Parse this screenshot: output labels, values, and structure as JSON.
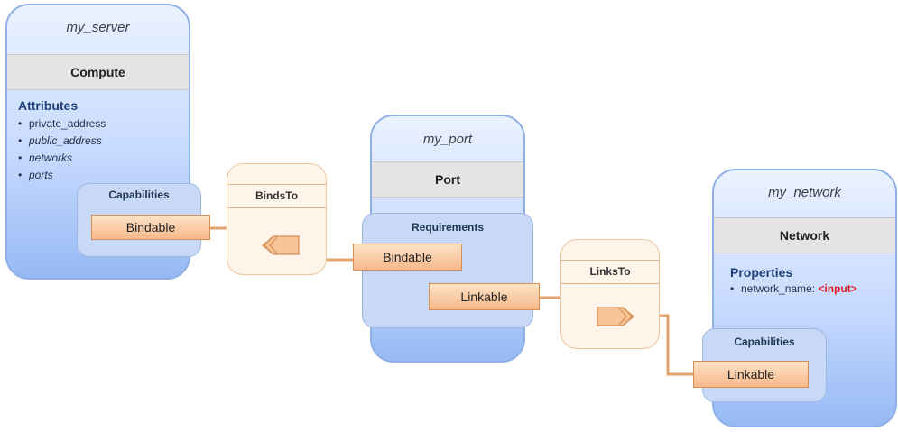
{
  "nodes": {
    "server": {
      "name": "my_server",
      "type": "Compute",
      "attributes_title": "Attributes",
      "attributes": [
        "private_address",
        "public_address",
        "networks",
        "ports"
      ],
      "capabilities_title": "Capabilities",
      "capability": "Bindable"
    },
    "port": {
      "name": "my_port",
      "type": "Port",
      "requirements_title": "Requirements",
      "requirement_1": "Bindable",
      "requirement_2": "Linkable"
    },
    "network": {
      "name": "my_network",
      "type": "Network",
      "properties_title": "Properties",
      "property_name": "network_name:",
      "property_value": "<input>",
      "capabilities_title": "Capabilities",
      "capability": "Linkable"
    }
  },
  "relationships": {
    "binds_to": "BindsTo",
    "links_to": "LinksTo"
  },
  "colors": {
    "node_fill": "#c6d9ff",
    "node_border": "#8fb0e6",
    "capability_fill": "#f7b98b",
    "relationship_fill": "#fdf4ea",
    "wire": "#e3a36d",
    "input_value": "#e02020"
  }
}
